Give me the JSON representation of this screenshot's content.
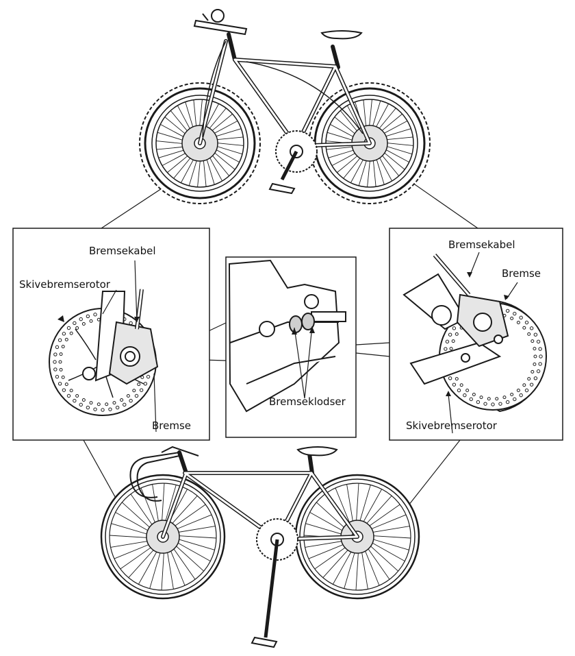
{
  "labels": {
    "left_cable": "Bremsekabel",
    "left_rotor": "Skivebremserotor",
    "left_caliper": "Bremse",
    "center_pads": "Bremseklodser",
    "right_cable": "Bremsekabel",
    "right_caliper": "Bremse",
    "right_rotor": "Skivebremserotor"
  },
  "colors": {
    "line": "#1a1a1a",
    "fill": "#ffffff",
    "shade": "#cfcfcf"
  }
}
